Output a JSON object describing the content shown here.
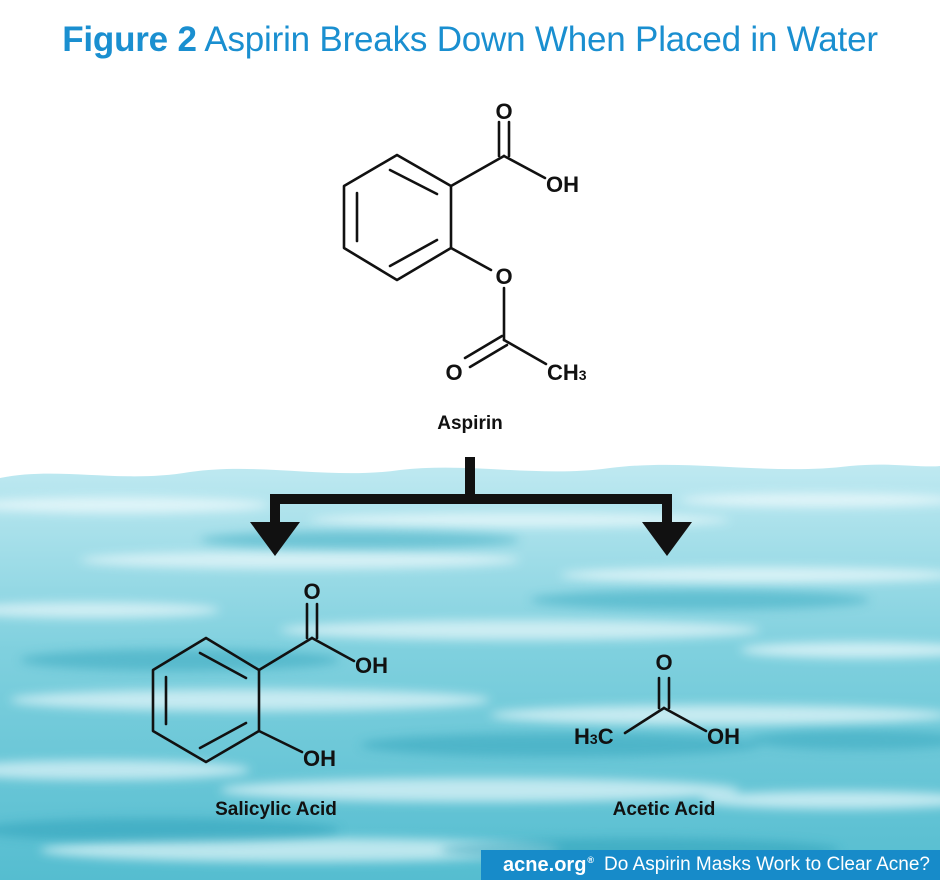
{
  "header": {
    "figure_label": "Figure 2",
    "title_text": "Aspirin Breaks Down When Placed in Water"
  },
  "aspirin": {
    "name": "Aspirin",
    "atom_o_top": "O",
    "atom_oh": "OH",
    "atom_o_ester": "O",
    "atom_o_carbonyl": "O",
    "atom_ch": "CH",
    "atom_ch_sub": "3"
  },
  "salicylic_acid": {
    "name": "Salicylic Acid",
    "atom_o": "O",
    "atom_oh_acid": "OH",
    "atom_oh_phenol": "OH"
  },
  "acetic_acid": {
    "name": "Acetic Acid",
    "atom_o": "O",
    "atom_h": "H",
    "atom_h_sub": "3",
    "atom_c": "C",
    "atom_oh": "OH"
  },
  "footer": {
    "brand": "acne.org",
    "brand_mark": "®",
    "caption": "Do Aspirin Masks Work to Clear Acne?"
  },
  "colors": {
    "title_blue": "#1a8fd0",
    "footer_blue": "#178bc9",
    "water_light": "#bfeaf2",
    "water_mid": "#6fcad9",
    "water_deep": "#3fb0c6"
  }
}
